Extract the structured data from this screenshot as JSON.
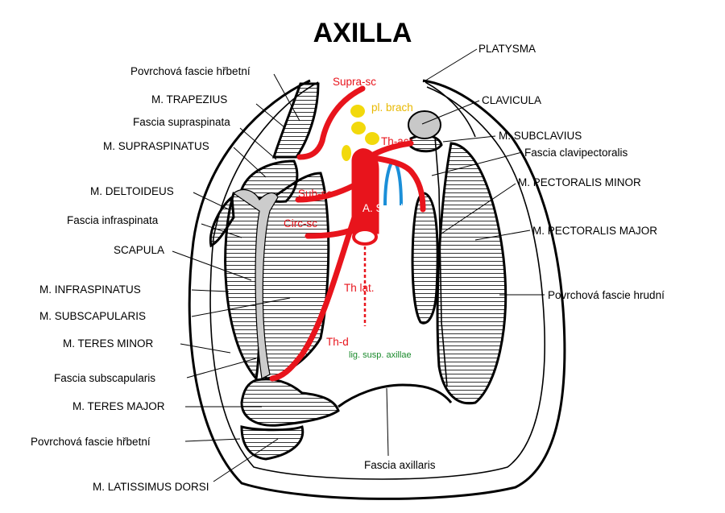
{
  "title": "AXILLA",
  "labels_left": {
    "povrchova_fascie_hrbetni_top": "Povrchová fascie hřbetní",
    "m_trapezius": "M. TRAPEZIUS",
    "fascia_supraspinata": "Fascia supraspinata",
    "m_supraspinatus": "M. SUPRASPINATUS",
    "m_deltoideus": "M. DELTOIDEUS",
    "fascia_infraspinata": "Fascia infraspinata",
    "scapula": "SCAPULA",
    "m_infraspinatus": "M. INFRASPINATUS",
    "m_subscapularis": "M. SUBSCAPULARIS",
    "m_teres_minor": "M. TERES MINOR",
    "fascia_subscapularis": "Fascia subscapularis",
    "m_teres_major": "M. TERES MAJOR",
    "povrchova_fascie_hrbetni_bottom": "Povrchová fascie hřbetní",
    "m_latissimus_dorsi": "M. LATISSIMUS DORSI"
  },
  "labels_right": {
    "platysma": "PLATYSMA",
    "clavicula": "CLAVICULA",
    "m_subclavius": "M. SUBCLAVIUS",
    "fascia_clavipectoralis": "Fascia clavipectoralis",
    "m_pectoralis_minor": "M. PECTORALIS MINOR",
    "m_pectoralis_major": "M. PECTORALIS MAJOR",
    "povrchova_fascie_hrudni": "Povrchová fascie hrudní"
  },
  "labels_bottom": {
    "fascia_axillaris": "Fascia axillaris"
  },
  "vessels": {
    "supra_sc": "Supra-sc",
    "pl_brach": "pl. brach",
    "th_acr": "Th-acr",
    "sub_sc": "Sub-sc",
    "a_subcl": "A. Subcl.",
    "circ_sc": "Circ-sc",
    "th_lat": "Th lat.",
    "th_d": "Th-d",
    "lig_susp_axillae": "lig. susp. axillae"
  },
  "colors": {
    "artery": "#e8141c",
    "plexus": "#f2d90c",
    "plexus_text": "#e8b800",
    "vein": "#1b8fd8",
    "ligament_text": "#1a8a2c",
    "fascia_gray": "#cccccc",
    "bone": "#c8c8c8"
  }
}
